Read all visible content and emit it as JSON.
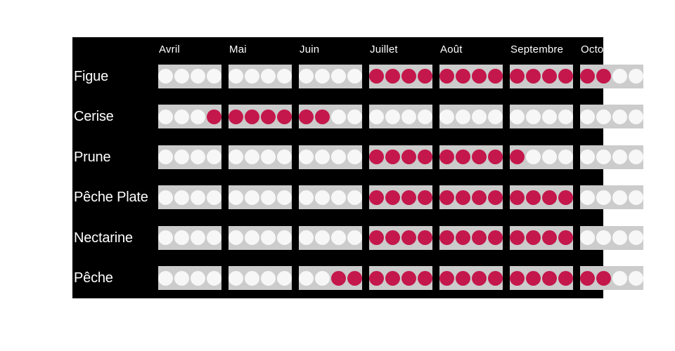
{
  "chart_data": {
    "type": "heatmap",
    "title": "",
    "xlabel": "",
    "ylabel": "",
    "legend": [],
    "grid": false,
    "scale_max": 4,
    "colors": {
      "panel_background": "#000000",
      "cell_background": "#cccccc",
      "dot_on": "#c4174b",
      "dot_off": "#f7f7f7",
      "text": "#ffffff"
    },
    "categories": [
      "Avril",
      "Mai",
      "Juin",
      "Juillet",
      "Août",
      "Septembre",
      "Octobre"
    ],
    "series": [
      {
        "name": "Figue",
        "values": [
          0,
          0,
          0,
          4,
          4,
          4,
          2
        ]
      },
      {
        "name": "Cerise",
        "values": [
          1,
          4,
          2,
          0,
          0,
          0,
          0
        ]
      },
      {
        "name": "Prune",
        "values": [
          0,
          0,
          0,
          4,
          4,
          1,
          0
        ]
      },
      {
        "name": "Pêche Plate",
        "values": [
          0,
          0,
          0,
          4,
          4,
          4,
          0
        ]
      },
      {
        "name": "Nectarine",
        "values": [
          0,
          0,
          0,
          4,
          4,
          4,
          0
        ]
      },
      {
        "name": "Pêche",
        "values": [
          0,
          0,
          2,
          4,
          4,
          4,
          2
        ]
      }
    ],
    "dot_fill_order": {
      "Cerise": {
        "Avril": "right"
      },
      "Pêche": {
        "Juin": "right",
        "Octobre": "left"
      },
      "Figue": {
        "Octobre": "left"
      },
      "Prune": {
        "Septembre": "left"
      }
    }
  },
  "table": {
    "corner_label": "",
    "column_headers": [
      "Avril",
      "Mai",
      "Juin",
      "Juillet",
      "Août",
      "Septembre",
      "Octobre"
    ],
    "row_headers": [
      "Figue",
      "Cerise",
      "Prune",
      "Pêche Plate",
      "Nectarine",
      "Pêche"
    ]
  }
}
